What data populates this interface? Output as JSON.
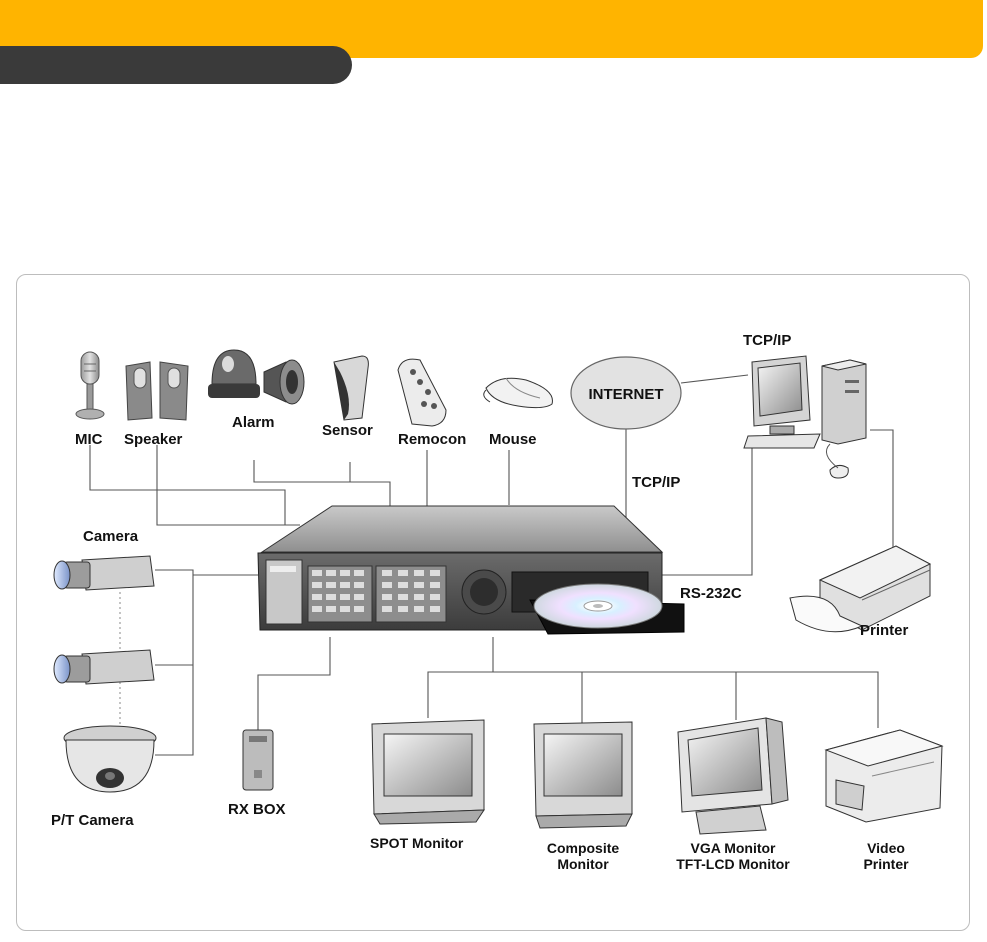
{
  "colors": {
    "header_bar": "#ffb400",
    "header_tab": "#3a3a3a",
    "frame_border": "#bdbdbd"
  },
  "diagram": {
    "labels": {
      "mic": "MIC",
      "speaker": "Speaker",
      "alarm": "Alarm",
      "sensor": "Sensor",
      "remocon": "Remocon",
      "mouse": "Mouse",
      "internet": "INTERNET",
      "tcpip_top": "TCP/IP",
      "tcpip_mid": "TCP/IP",
      "camera": "Camera",
      "rs232c": "RS-232C",
      "printer": "Printer",
      "pt_camera": "P/T Camera",
      "rx_box": "RX BOX",
      "spot_monitor": "SPOT Monitor",
      "composite_monitor_l1": "Composite",
      "composite_monitor_l2": "Monitor",
      "vga_monitor_l1": "VGA Monitor",
      "vga_monitor_l2": "TFT-LCD Monitor",
      "video_printer_l1": "Video",
      "video_printer_l2": "Printer"
    },
    "icons": [
      "microphone-icon",
      "speaker-icon",
      "alarm-light-icon",
      "siren-horn-icon",
      "sensor-icon",
      "remote-control-icon",
      "mouse-icon",
      "internet-cloud-icon",
      "pc-icon",
      "printer-icon",
      "camera-icon",
      "dome-camera-icon",
      "rx-box-icon",
      "dvr-unit-icon",
      "dvd-disc-icon",
      "crt-monitor-icon",
      "vga-monitor-icon",
      "video-printer-icon"
    ]
  }
}
